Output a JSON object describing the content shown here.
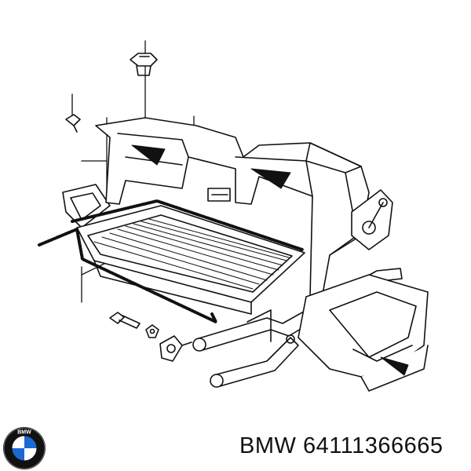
{
  "brand": "BMW",
  "part_number": "64111366665",
  "logo": {
    "text": "BMW",
    "ring_color": "#111111",
    "blue": "#1c69d4",
    "white": "#ffffff"
  },
  "diagram": {
    "subject": "heater core assembly",
    "line_color": "#111111"
  }
}
